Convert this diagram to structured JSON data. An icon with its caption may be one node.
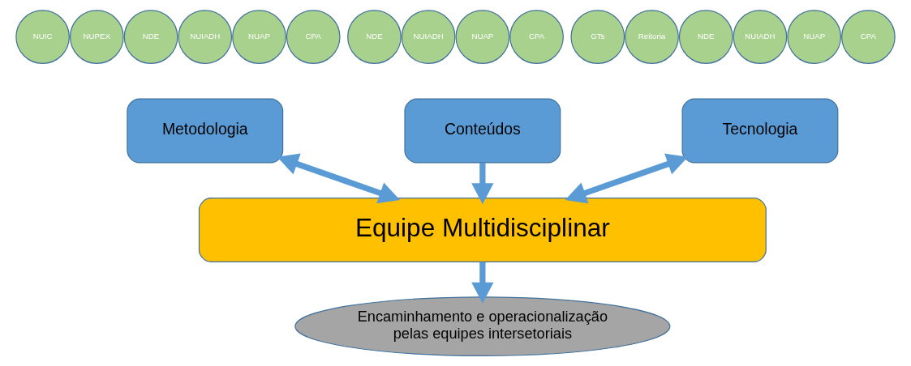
{
  "diagram": {
    "nodes": [
      {
        "text": [
          "NUIC"
        ]
      },
      {
        "text": [
          "NUPEX"
        ]
      },
      {
        "text": [
          "NDE"
        ]
      },
      {
        "text": [
          "NUIADH"
        ]
      },
      {
        "text": [
          "NUAP"
        ]
      },
      {
        "text": [
          "CPA"
        ]
      },
      {
        "text": [
          "NDE"
        ]
      },
      {
        "text": [
          "NUIADH"
        ]
      },
      {
        "text": [
          "NUAP"
        ]
      },
      {
        "text": [
          "CPA"
        ]
      },
      {
        "text": [
          "GTs"
        ]
      },
      {
        "text": [
          "Reitoria"
        ]
      },
      {
        "text": [
          "NDE"
        ]
      },
      {
        "text": [
          "NUIADH"
        ]
      },
      {
        "text": [
          "NUAP"
        ]
      },
      {
        "text": [
          "CPA"
        ]
      },
      {
        "text": [
          "Metodologia"
        ]
      },
      {
        "text": [
          "Conteúdos"
        ]
      },
      {
        "text": [
          "Tecnologia"
        ]
      },
      {
        "text": [
          "Equipe Multidisciplinar"
        ]
      },
      {
        "text": [
          "Encaminhamento e operacionalização pelas equipes intersetoriais"
        ]
      }
    ],
    "edges": [
      {
        "from": 16,
        "to": 19,
        "arrow": "both"
      },
      {
        "from": 17,
        "to": 19,
        "arrow": "to"
      },
      {
        "from": 18,
        "to": 19,
        "arrow": "both"
      },
      {
        "from": 19,
        "to": 20,
        "arrow": "to"
      }
    ]
  }
}
